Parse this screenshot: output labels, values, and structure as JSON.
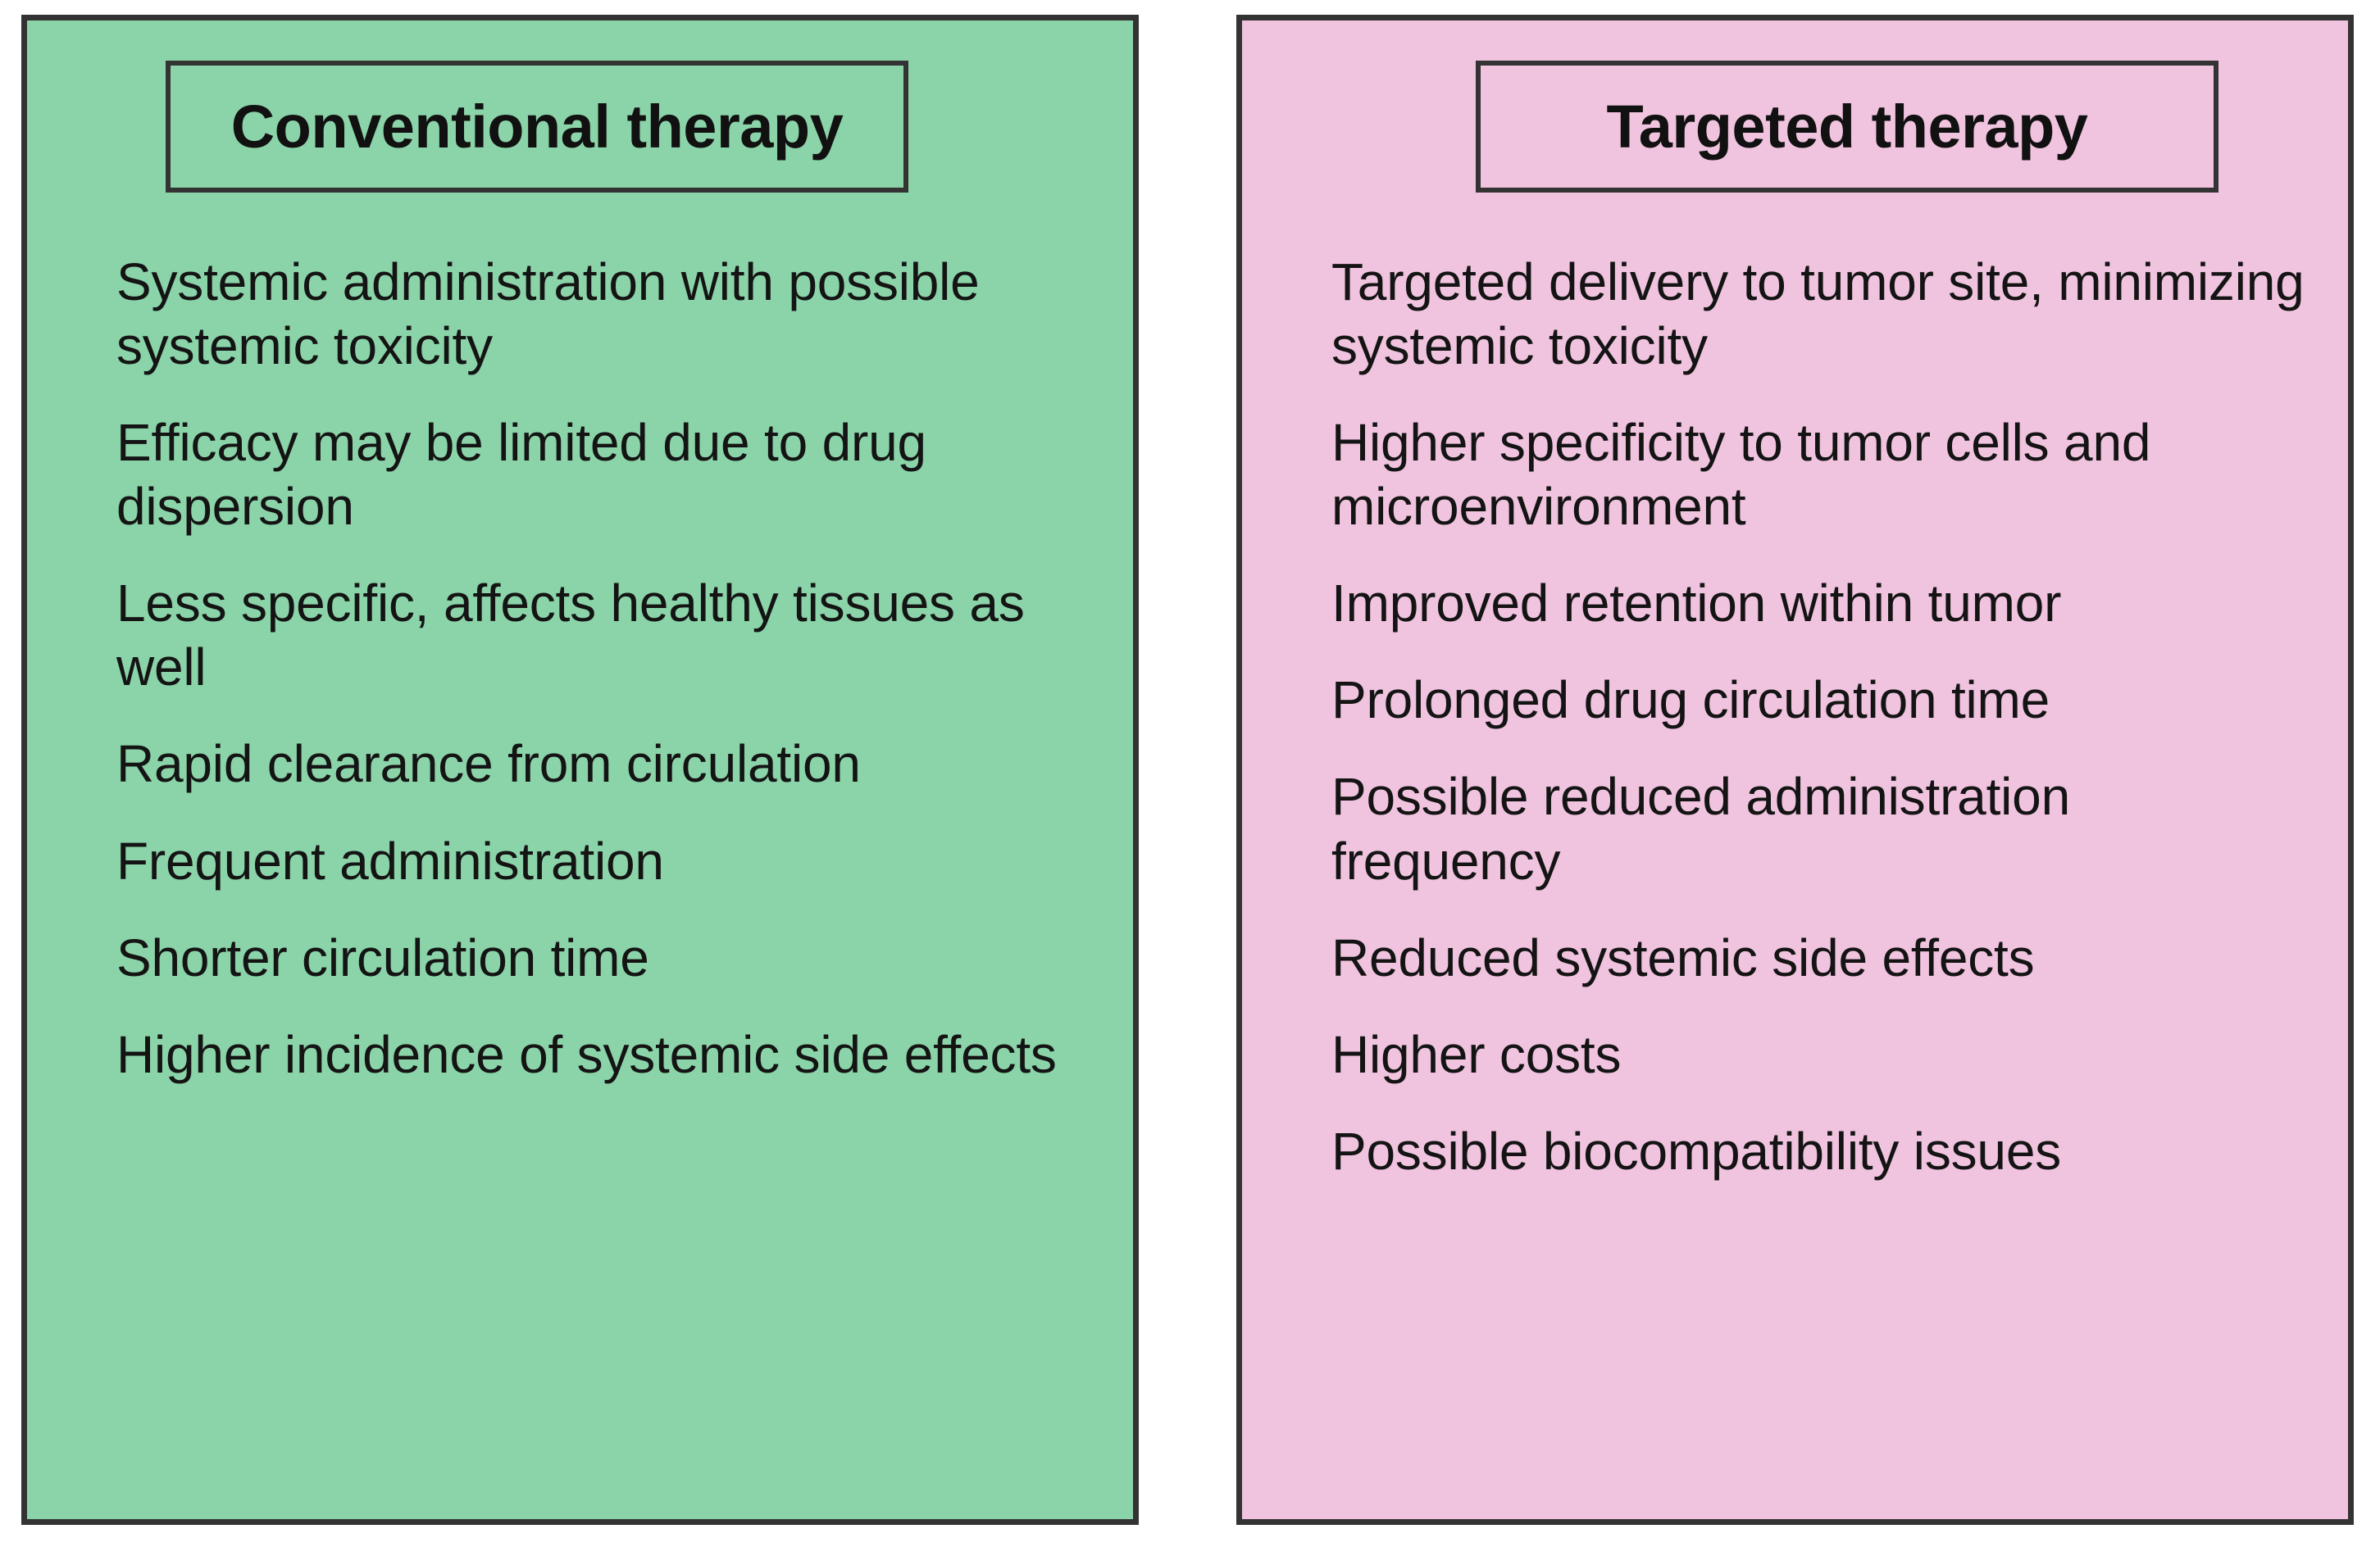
{
  "figure": {
    "background_color": "#ffffff",
    "border_color": "#333333"
  },
  "panels": [
    {
      "key": "conventional",
      "title": "Conventional therapy",
      "background_color": "#8BD3A8",
      "items": [
        "Systemic administration with possible systemic toxicity",
        "Efficacy may be limited due to drug dispersion",
        "Less specific, affects healthy tissues as well",
        "Rapid clearance from circulation",
        "Frequent administration",
        "Shorter circulation time",
        "Higher incidence of systemic side effects"
      ]
    },
    {
      "key": "targeted",
      "title": "Targeted therapy",
      "background_color": "#F0C3DE",
      "items": [
        "Targeted delivery to tumor site, minimizing systemic toxicity",
        "Higher specificity to tumor cells and microenvironment",
        "Improved retention within tumor",
        "Prolonged drug circulation time",
        "Possible reduced administration frequency",
        "Reduced systemic side effects",
        "Higher costs",
        "Possible biocompatibility issues"
      ]
    }
  ]
}
